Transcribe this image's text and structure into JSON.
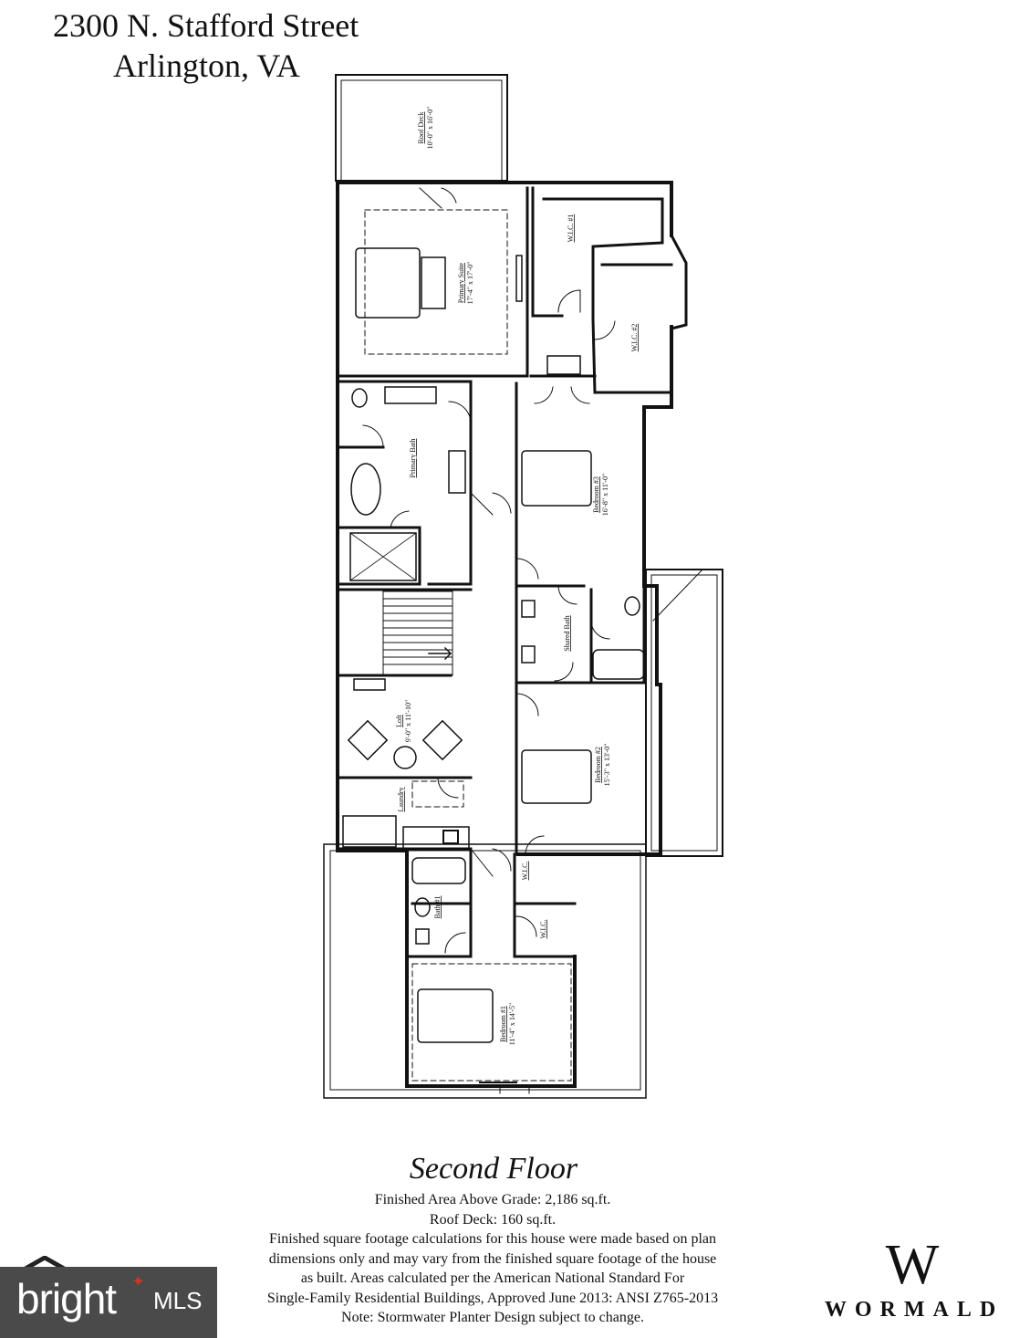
{
  "header": {
    "address_line1": "2300 N. Stafford Street",
    "address_line2": "Arlington, VA"
  },
  "rooms": {
    "roof_deck": {
      "name": "Roof Deck",
      "dims": "10'-0\" x 16'-0\""
    },
    "primary_suite": {
      "name": "Primary Suite",
      "dims": "17'-4\" x 17'-0\""
    },
    "wic1": {
      "name": "W.I.C. #1"
    },
    "wic2": {
      "name": "W.I.C. #2"
    },
    "primary_bath": {
      "name": "Primary Bath"
    },
    "bedroom3": {
      "name": "Bedroom #3",
      "dims": "16'-8\" x 11'-0\""
    },
    "shared_bath": {
      "name": "Shared Bath"
    },
    "loft": {
      "name": "Loft",
      "dims": "9'-0\" x 11'-10\""
    },
    "bedroom2": {
      "name": "Bedroom #2",
      "dims": "15'-3\" x 13'-0\""
    },
    "laundry": {
      "name": "Laundry"
    },
    "wic_a": {
      "name": "W.I.C."
    },
    "wic_b": {
      "name": "W.I.C."
    },
    "bath1": {
      "name": "Bath #1"
    },
    "bedroom1": {
      "name": "Bedroom #1",
      "dims": "11'-4\" x 14'-5\""
    }
  },
  "footer": {
    "floor_title": "Second Floor",
    "notes": [
      "Finished Area Above Grade:  2,186 sq.ft.",
      "Roof Deck:  160 sq.ft.",
      "Finished square footage calculations for this house were made based on plan",
      "dimensions only and may vary from the finished square footage of the house",
      "as built. Areas calculated per the American National Standard For",
      "Single-Family Residential Buildings, Approved June 2013: ANSI Z765-2013",
      "Note: Stormwater Planter Design subject to change."
    ]
  },
  "logos": {
    "bright": {
      "word": "bright",
      "suffix": "MLS",
      "accent": "#c0392b",
      "background": "#4a4a4a"
    },
    "wormald": {
      "mark": "W",
      "name": "WORMALD"
    }
  }
}
